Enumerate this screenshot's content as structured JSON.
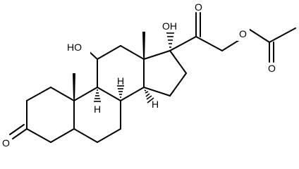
{
  "molecule": {
    "atom_labels": {
      "oh_11": "HO",
      "oh_17": "OH",
      "o_ketone_20": "O",
      "o_ester": "O",
      "o_acetyl": "O",
      "o_ketone_3": "O",
      "h_8": "H",
      "h_9": "H",
      "h_14": "H"
    }
  }
}
